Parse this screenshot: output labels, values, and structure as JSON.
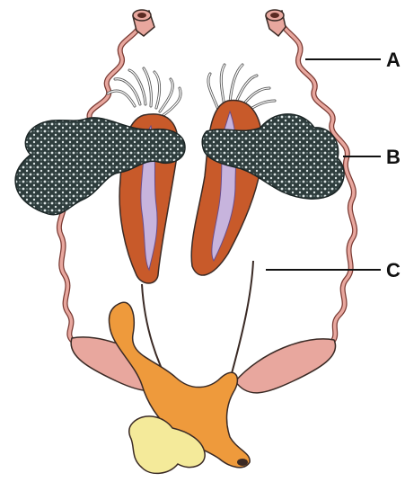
{
  "labels": {
    "a": "A",
    "b": "B",
    "c": "C"
  },
  "colors": {
    "tube_fill": "#e8a79e",
    "tube_stroke": "#7a3a33",
    "gland_fill": "#c85a2a",
    "gland_core": "#c7b4dd",
    "mesh_fill": "#2e3d3d",
    "mesh_dots": "#dbe4e4",
    "duct_fill": "#ee9a3c",
    "bulb_fill": "#f4ea9a",
    "outline": "#3a2a25"
  }
}
